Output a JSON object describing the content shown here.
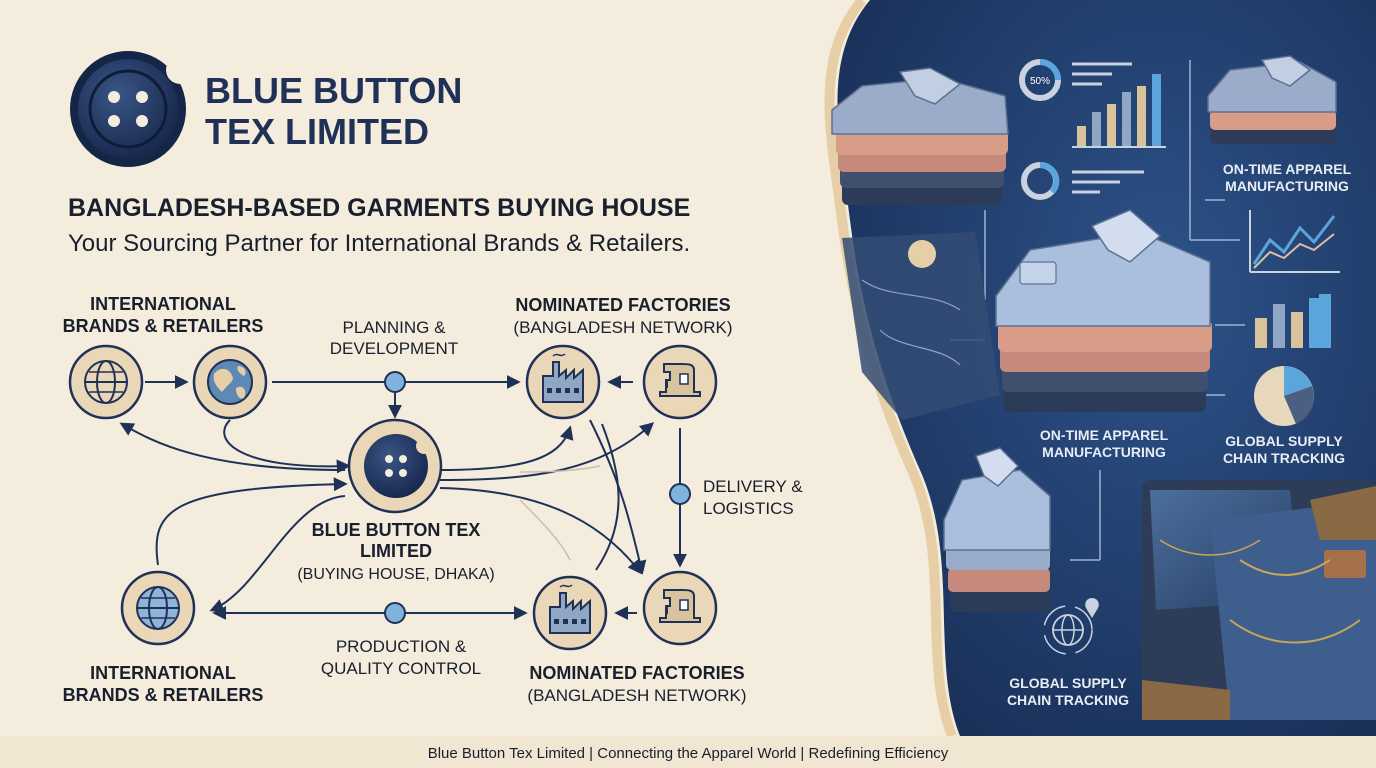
{
  "brand": {
    "name_line1": "BLUE BUTTON",
    "name_line2": "TEX LIMITED"
  },
  "headline": "BANGLADESH-BASED GARMENTS BUYING HOUSE",
  "subheadline": "Your Sourcing Partner for International Brands & Retailers.",
  "nodes": {
    "brands_top": [
      "INTERNATIONAL",
      "BRANDS & RETAILERS"
    ],
    "brands_bottom": [
      "INTERNATIONAL",
      "BRANDS & RETAILERS"
    ],
    "factories_top": [
      "NOMINATED FACTORIES",
      "(BANGLADESH NETWORK)"
    ],
    "factories_bottom": [
      "NOMINATED FACTORIES",
      "(BANGLADESH NETWORK)"
    ],
    "hub": [
      "BLUE BUTTON TEX",
      "LIMITED",
      "(BUYING HOUSE, DHAKA)"
    ]
  },
  "edges": {
    "planning": [
      "PLANNING &",
      "DEVELOPMENT"
    ],
    "production": [
      "PRODUCTION &",
      "QUALITY CONTROL"
    ],
    "delivery": [
      "DELIVERY &",
      "LOGISTICS"
    ]
  },
  "right_panel": {
    "donut_label": "50%",
    "ontime_top": [
      "ON-TIME APPAREL",
      "MANUFACTURING"
    ],
    "ontime_mid": [
      "ON-TIME APPAREL",
      "MANUFACTURING"
    ],
    "supply_right": [
      "GLOBAL SUPPLY",
      "CHAIN TRACKING"
    ],
    "supply_bottom": [
      "GLOBAL SUPPLY",
      "CHAIN TRACKING"
    ]
  },
  "footer": "Blue Button Tex Limited | Connecting the Apparel World | Redefining Efficiency",
  "colors": {
    "navy": "#1f3156",
    "cream": "#f4ecdc",
    "tan": "#ead7b8",
    "accent_blue": "#5aa5dc",
    "panel_bg": "#1f3a68"
  }
}
